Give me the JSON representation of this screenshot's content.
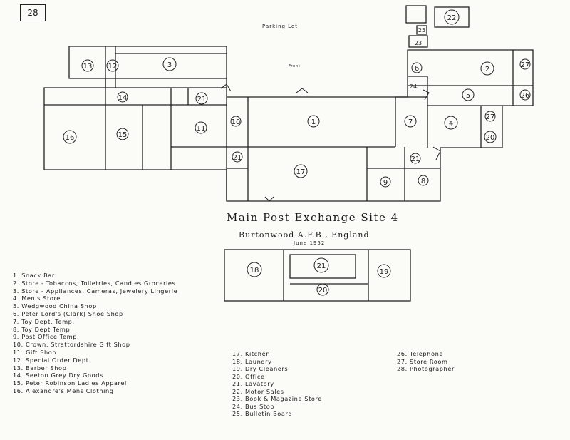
{
  "page_number": "28",
  "title": "Main Post Exchange Site 4",
  "subtitle": "Burtonwood A.F.B., England",
  "date": "June 1952",
  "labels": {
    "parking_lot": "Parking Lot",
    "front": "Front"
  },
  "room_numbers": {
    "r13": "13",
    "r12": "12",
    "r3": "3",
    "r14": "14",
    "r21a": "21",
    "r16": "16",
    "r15": "15",
    "r11": "11",
    "r10": "10",
    "r1": "1",
    "r21b": "21",
    "r17": "17",
    "r7": "7",
    "r6": "6",
    "r2": "2",
    "r27a": "27",
    "r5": "5",
    "r26": "26",
    "r4": "4",
    "r27b": "27",
    "r20a": "20",
    "r24": "24",
    "r21c": "21",
    "r9": "9",
    "r8": "8",
    "r22": "22",
    "r23": "23",
    "r25": "25",
    "r18": "18",
    "r21d": "21",
    "r19": "19",
    "r20b": "20"
  },
  "legend": [
    "1. Snack Bar",
    "2. Store - Tobaccos, Toiletries, Candies Groceries",
    "3. Store - Appliances, Cameras, Jewelery Lingerie",
    "4. Men's Store",
    "5. Wedgwood China Shop",
    "6. Peter Lord's (Clark) Shoe Shop",
    "7. Toy Dept. Temp.",
    "8. Toy Dept Temp.",
    "9. Post Office Temp.",
    "10. Crown, Strattordshire Gift Shop",
    "11. Gift Shop",
    "12. Special Order Dept",
    "13. Barber Shop",
    "14. Seeton Grey Dry Goods",
    "15. Peter Robinson Ladies Apparel",
    "16. Alexandre's Mens Clothing",
    "17. Kitchen",
    "18. Laundry",
    "19. Dry Cleaners",
    "20. Office",
    "21. Lavatory",
    "22. Motor Sales",
    "23. Book & Magazine Store",
    "24. Bus Stop",
    "25. Bulletin Board",
    "26. Telephone",
    "27. Store Room",
    "28. Photographer"
  ]
}
